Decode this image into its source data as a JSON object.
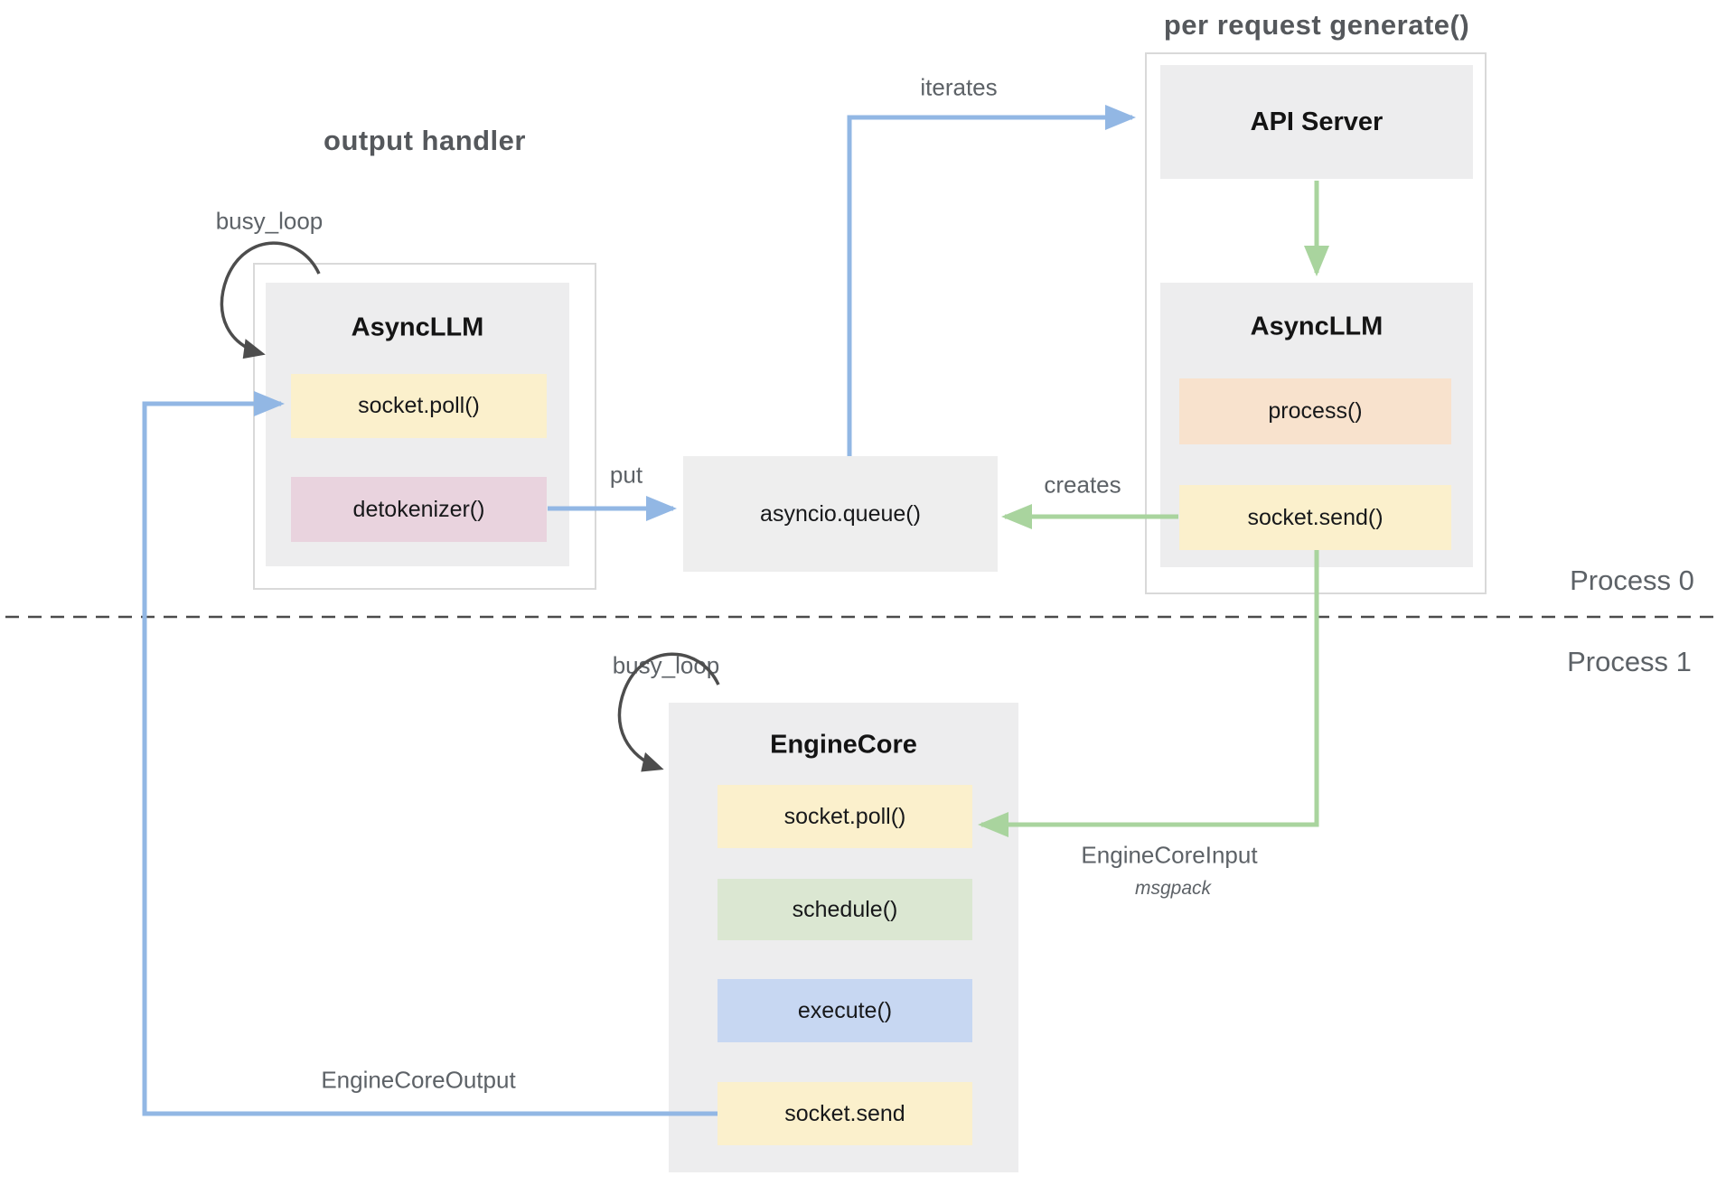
{
  "labels": {
    "output_handler": "output handler",
    "per_request_generate": "per request generate()",
    "busy_loop_output": "busy_loop",
    "busy_loop_engine": "busy_loop",
    "iterates": "iterates",
    "put": "put",
    "creates": "creates",
    "engine_core_input": "EngineCoreInput",
    "msgpack": "msgpack",
    "engine_core_output": "EngineCoreOutput",
    "process_0": "Process 0",
    "process_1": "Process 1"
  },
  "nodes": {
    "api_server": {
      "title": "API Server"
    },
    "asyncllm_output": {
      "title": "AsyncLLM",
      "socket_poll": "socket.poll()",
      "detokenizer": "detokenizer()"
    },
    "asyncllm_request": {
      "title": "AsyncLLM",
      "process": "process()",
      "socket_send": "socket.send()"
    },
    "asyncio_queue": {
      "title": "asyncio.queue()"
    },
    "engine_core": {
      "title": "EngineCore",
      "socket_poll": "socket.poll()",
      "schedule": "schedule()",
      "execute": "execute()",
      "socket_send": "socket.send"
    }
  },
  "colors": {
    "yellow_fill": "#fbf0cc",
    "pink_fill": "#e9d3de",
    "peach_fill": "#f8e2cd",
    "green_fill": "#dbe7d2",
    "blue_fill": "#c7d7f2",
    "gray_box": "#ededee",
    "queue_gray": "#eeeeee",
    "arrow_blue": "#92b7e4",
    "arrow_green": "#a9d49e",
    "loop_dark": "#4d4d4d",
    "text_gray": "#5d6267",
    "border_gray": "#d9d9d9"
  }
}
